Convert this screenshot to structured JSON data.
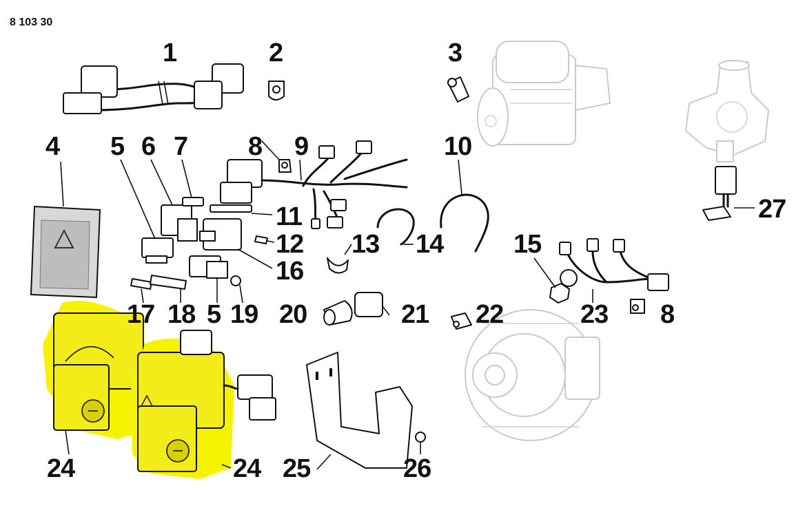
{
  "figure_code": "8 103 30",
  "callouts": {
    "c1": "1",
    "c2": "2",
    "c3": "3",
    "c4": "4",
    "c5a": "5",
    "c6": "6",
    "c7": "7",
    "c8a": "8",
    "c9": "9",
    "c10": "10",
    "c11": "11",
    "c12": "12",
    "c13": "13",
    "c14": "14",
    "c15": "15",
    "c16": "16",
    "c17": "17",
    "c18": "18",
    "c5b": "5",
    "c19": "19",
    "c20": "20",
    "c21": "21",
    "c22": "22",
    "c23": "23",
    "c8b": "8",
    "c24a": "24",
    "c24b": "24",
    "c25": "25",
    "c26": "26",
    "c27": "27"
  },
  "colors": {
    "highlight": "#f7f200",
    "line": "#111111",
    "faint_context": "#c9c9c9"
  }
}
